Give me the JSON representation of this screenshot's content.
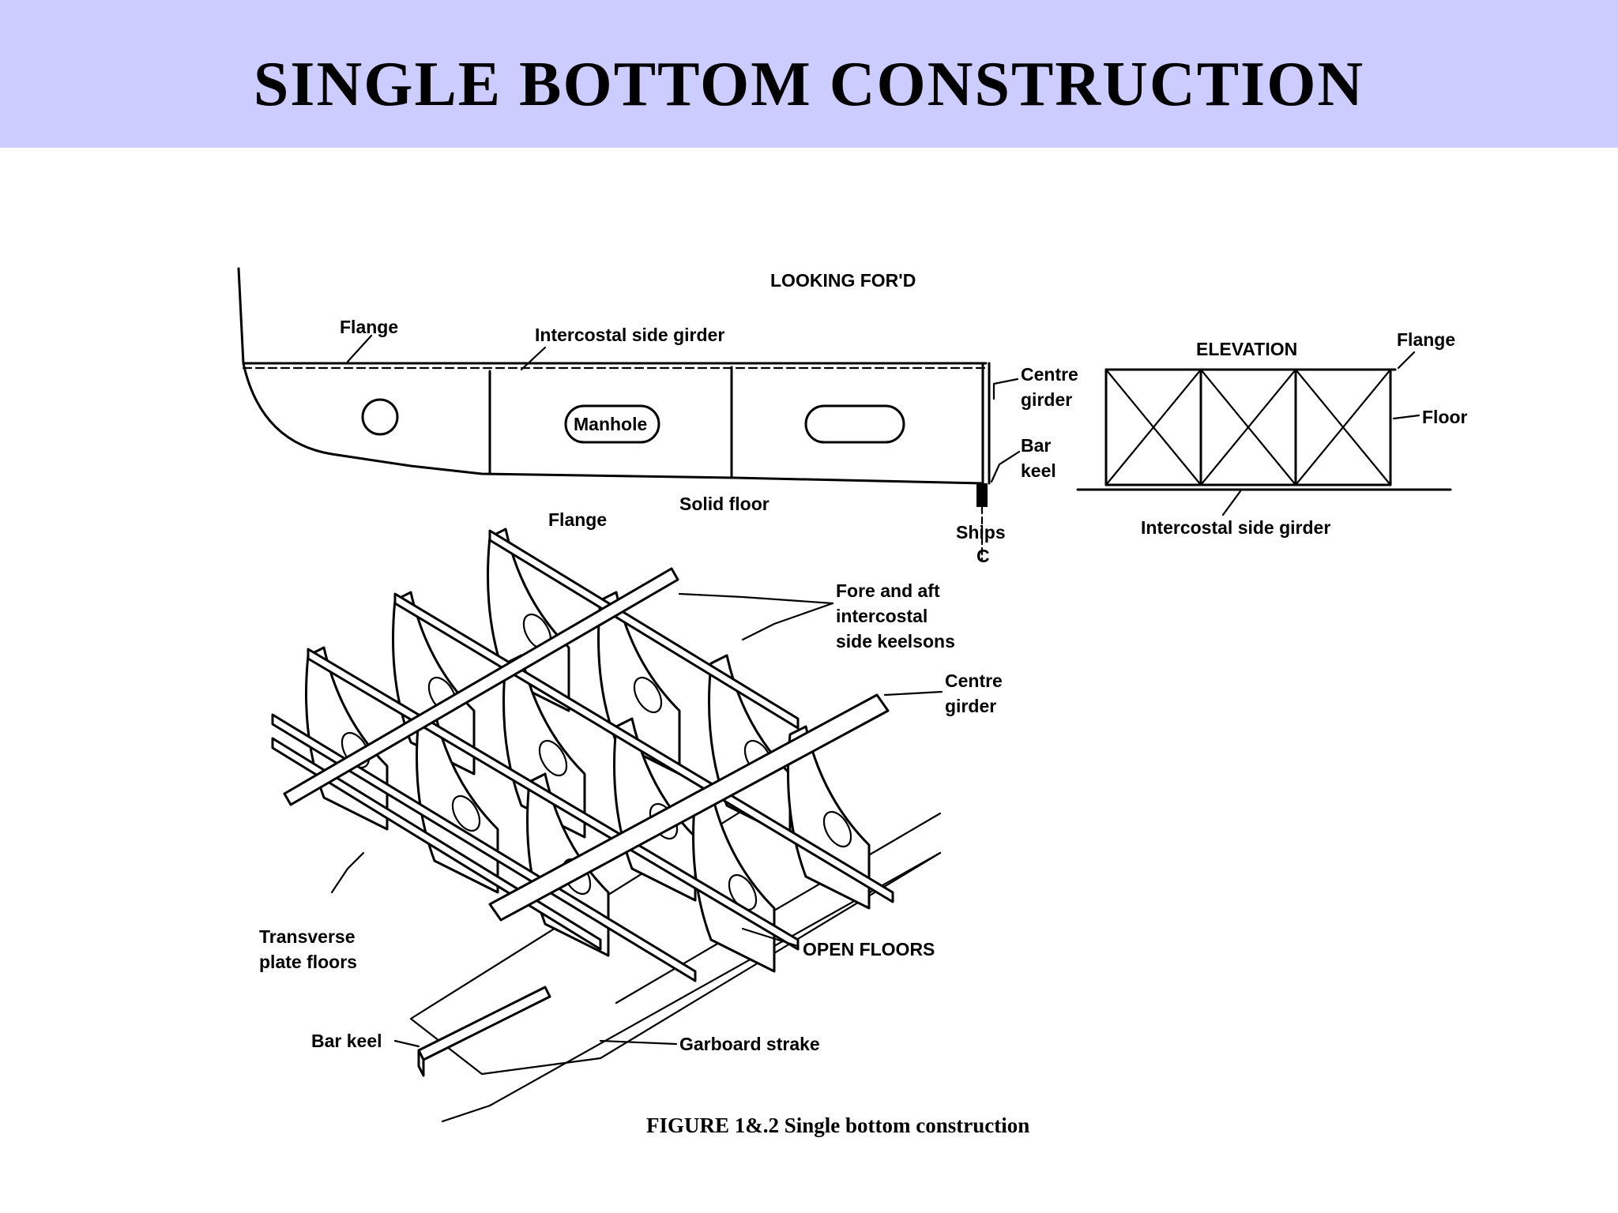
{
  "slide": {
    "title": "SINGLE BOTTOM CONSTRUCTION"
  },
  "figure": {
    "caption": "FIGURE 1&.2  Single bottom construction",
    "section_labels": {
      "looking_forward": "LOOKING FOR'D",
      "flange_top": "Flange",
      "intercostal_top": "Intercostal side girder",
      "manhole": "Manhole",
      "centre_girder_top": "Centre girder",
      "bar_keel_top": "Bar keel",
      "solid_floor": "Solid floor",
      "ships_cl": "Ships C",
      "elevation": "ELEVATION",
      "flange_elev": "Flange",
      "floor_elev": "Floor",
      "intercostal_elev": "Intercostal side girder"
    },
    "iso_labels": {
      "flange": "Flange",
      "keelsons": "Fore and aft intercostal side keelsons",
      "centre_girder": "Centre girder",
      "open_floors": "OPEN FLOORS",
      "transverse": "Transverse plate floors",
      "bar_keel": "Bar keel",
      "garboard": "Garboard strake"
    }
  }
}
